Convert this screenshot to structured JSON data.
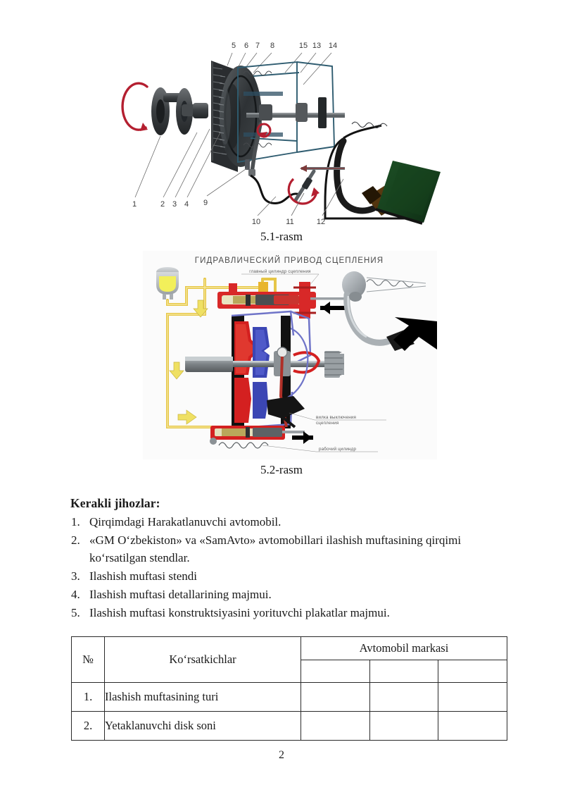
{
  "document": {
    "page_number": "2",
    "background_color": "#ffffff"
  },
  "figures": [
    {
      "id": "figure-5-1",
      "caption": "5.1-rasm",
      "callout_numbers_top": [
        "5",
        "6",
        "7",
        "8",
        "15",
        "13",
        "14"
      ],
      "callout_numbers_left": [
        "1",
        "2",
        "3",
        "4"
      ],
      "callout_numbers_bottom": [
        "9",
        "10",
        "11",
        "12"
      ],
      "colors": {
        "rotation_arrow": "#b41f30",
        "housing_outline": "#2f4f63",
        "metal_dark": "#3a3a3a",
        "pedal_pad": "#1d5c2a",
        "pedal_arm": "#5c3a10"
      }
    },
    {
      "id": "figure-5-2",
      "caption": "5.2-rasm",
      "title": "ГИДРАВЛИЧЕСКИЙ ПРИВОД СЦЕПЛЕНИЯ",
      "labels": [
        "главный цилиндр сцепления",
        "вилка выключения сцепления",
        "рабочий цилиндр"
      ],
      "colors": {
        "fluid_line": "#e8c84a",
        "cylinder_red": "#d42020",
        "disc_blue": "#3b46b4",
        "housing_black": "#111111",
        "metal_gray": "#8a8f94",
        "arrow_black": "#000000"
      }
    }
  ],
  "section": {
    "heading": "Kerakli jihozlar:",
    "items": [
      {
        "number": "1.",
        "text": "Qirqimdagi Harakatlanuvchi avtomobil.",
        "justify": false
      },
      {
        "number": "2.",
        "text": "«GM O‘zbekiston» va «SamAvto» avtomobillari ilashish muftasining qirqimi",
        "text_line2": "ko‘rsatilgan stendlar.",
        "justify": true
      },
      {
        "number": "3.",
        "text": "Ilashish muftasi stendi",
        "justify": false
      },
      {
        "number": "4.",
        "text": "Ilashish muftasi detallarining majmui.",
        "justify": false
      },
      {
        "number": "5.",
        "text": "Ilashish muftasi konstruktsiyasini yorituvchi plakatlar majmui.",
        "justify": false
      }
    ]
  },
  "table": {
    "headers": {
      "no": "№",
      "indicators": "Ko‘rsatkichlar",
      "car_brand": "Avtomobil markasi",
      "brand_subcolumns": [
        "",
        "",
        ""
      ]
    },
    "rows": [
      {
        "no": "1.",
        "indicator": "Ilashish muftasining turi",
        "values": [
          "",
          "",
          ""
        ]
      },
      {
        "no": "2.",
        "indicator": "Yetaklanuvchi disk soni",
        "values": [
          "",
          "",
          ""
        ]
      }
    ]
  }
}
